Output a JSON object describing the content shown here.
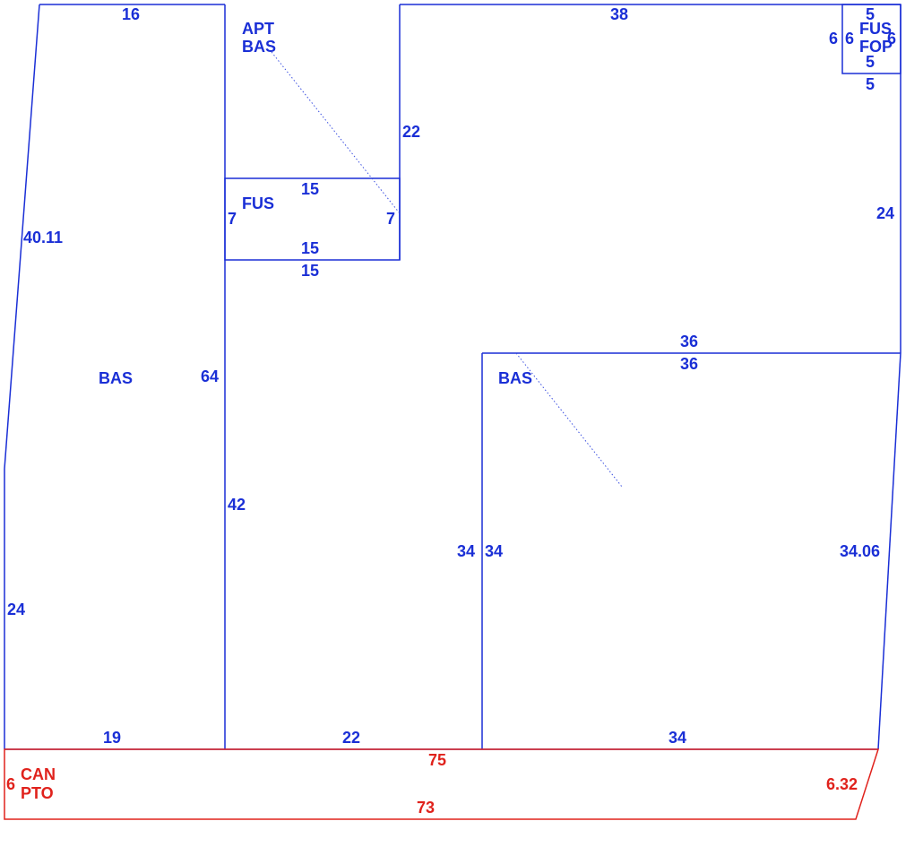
{
  "colors": {
    "main": "#1a2fd6",
    "canopy": "#e0221c"
  },
  "areas": {
    "apt": "APT",
    "bas_top": "BAS",
    "fus_mid": "FUS",
    "bas_left": "BAS",
    "bas_right": "BAS",
    "fus_corner": "FUS",
    "fop_corner": "FOP",
    "can": "CAN",
    "pto": "PTO"
  },
  "dims": {
    "d16": "16",
    "d38": "38",
    "d5a": "5",
    "d6a": "6",
    "d6b": "6",
    "d6c": "6",
    "d5b": "5",
    "d5c": "5",
    "d22a": "22",
    "d15a": "15",
    "d7a": "7",
    "d7b": "7",
    "d15b": "15",
    "d15c": "15",
    "d40_11": "40.11",
    "d24a": "24",
    "d36a": "36",
    "d36b": "36",
    "d64": "64",
    "d42": "42",
    "d34a": "34",
    "d34b": "34",
    "d34_06": "34.06",
    "d24b": "24",
    "d19": "19",
    "d22b": "22",
    "d34c": "34",
    "d75": "75",
    "d6d": "6",
    "d6_32": "6.32",
    "d73": "73"
  }
}
